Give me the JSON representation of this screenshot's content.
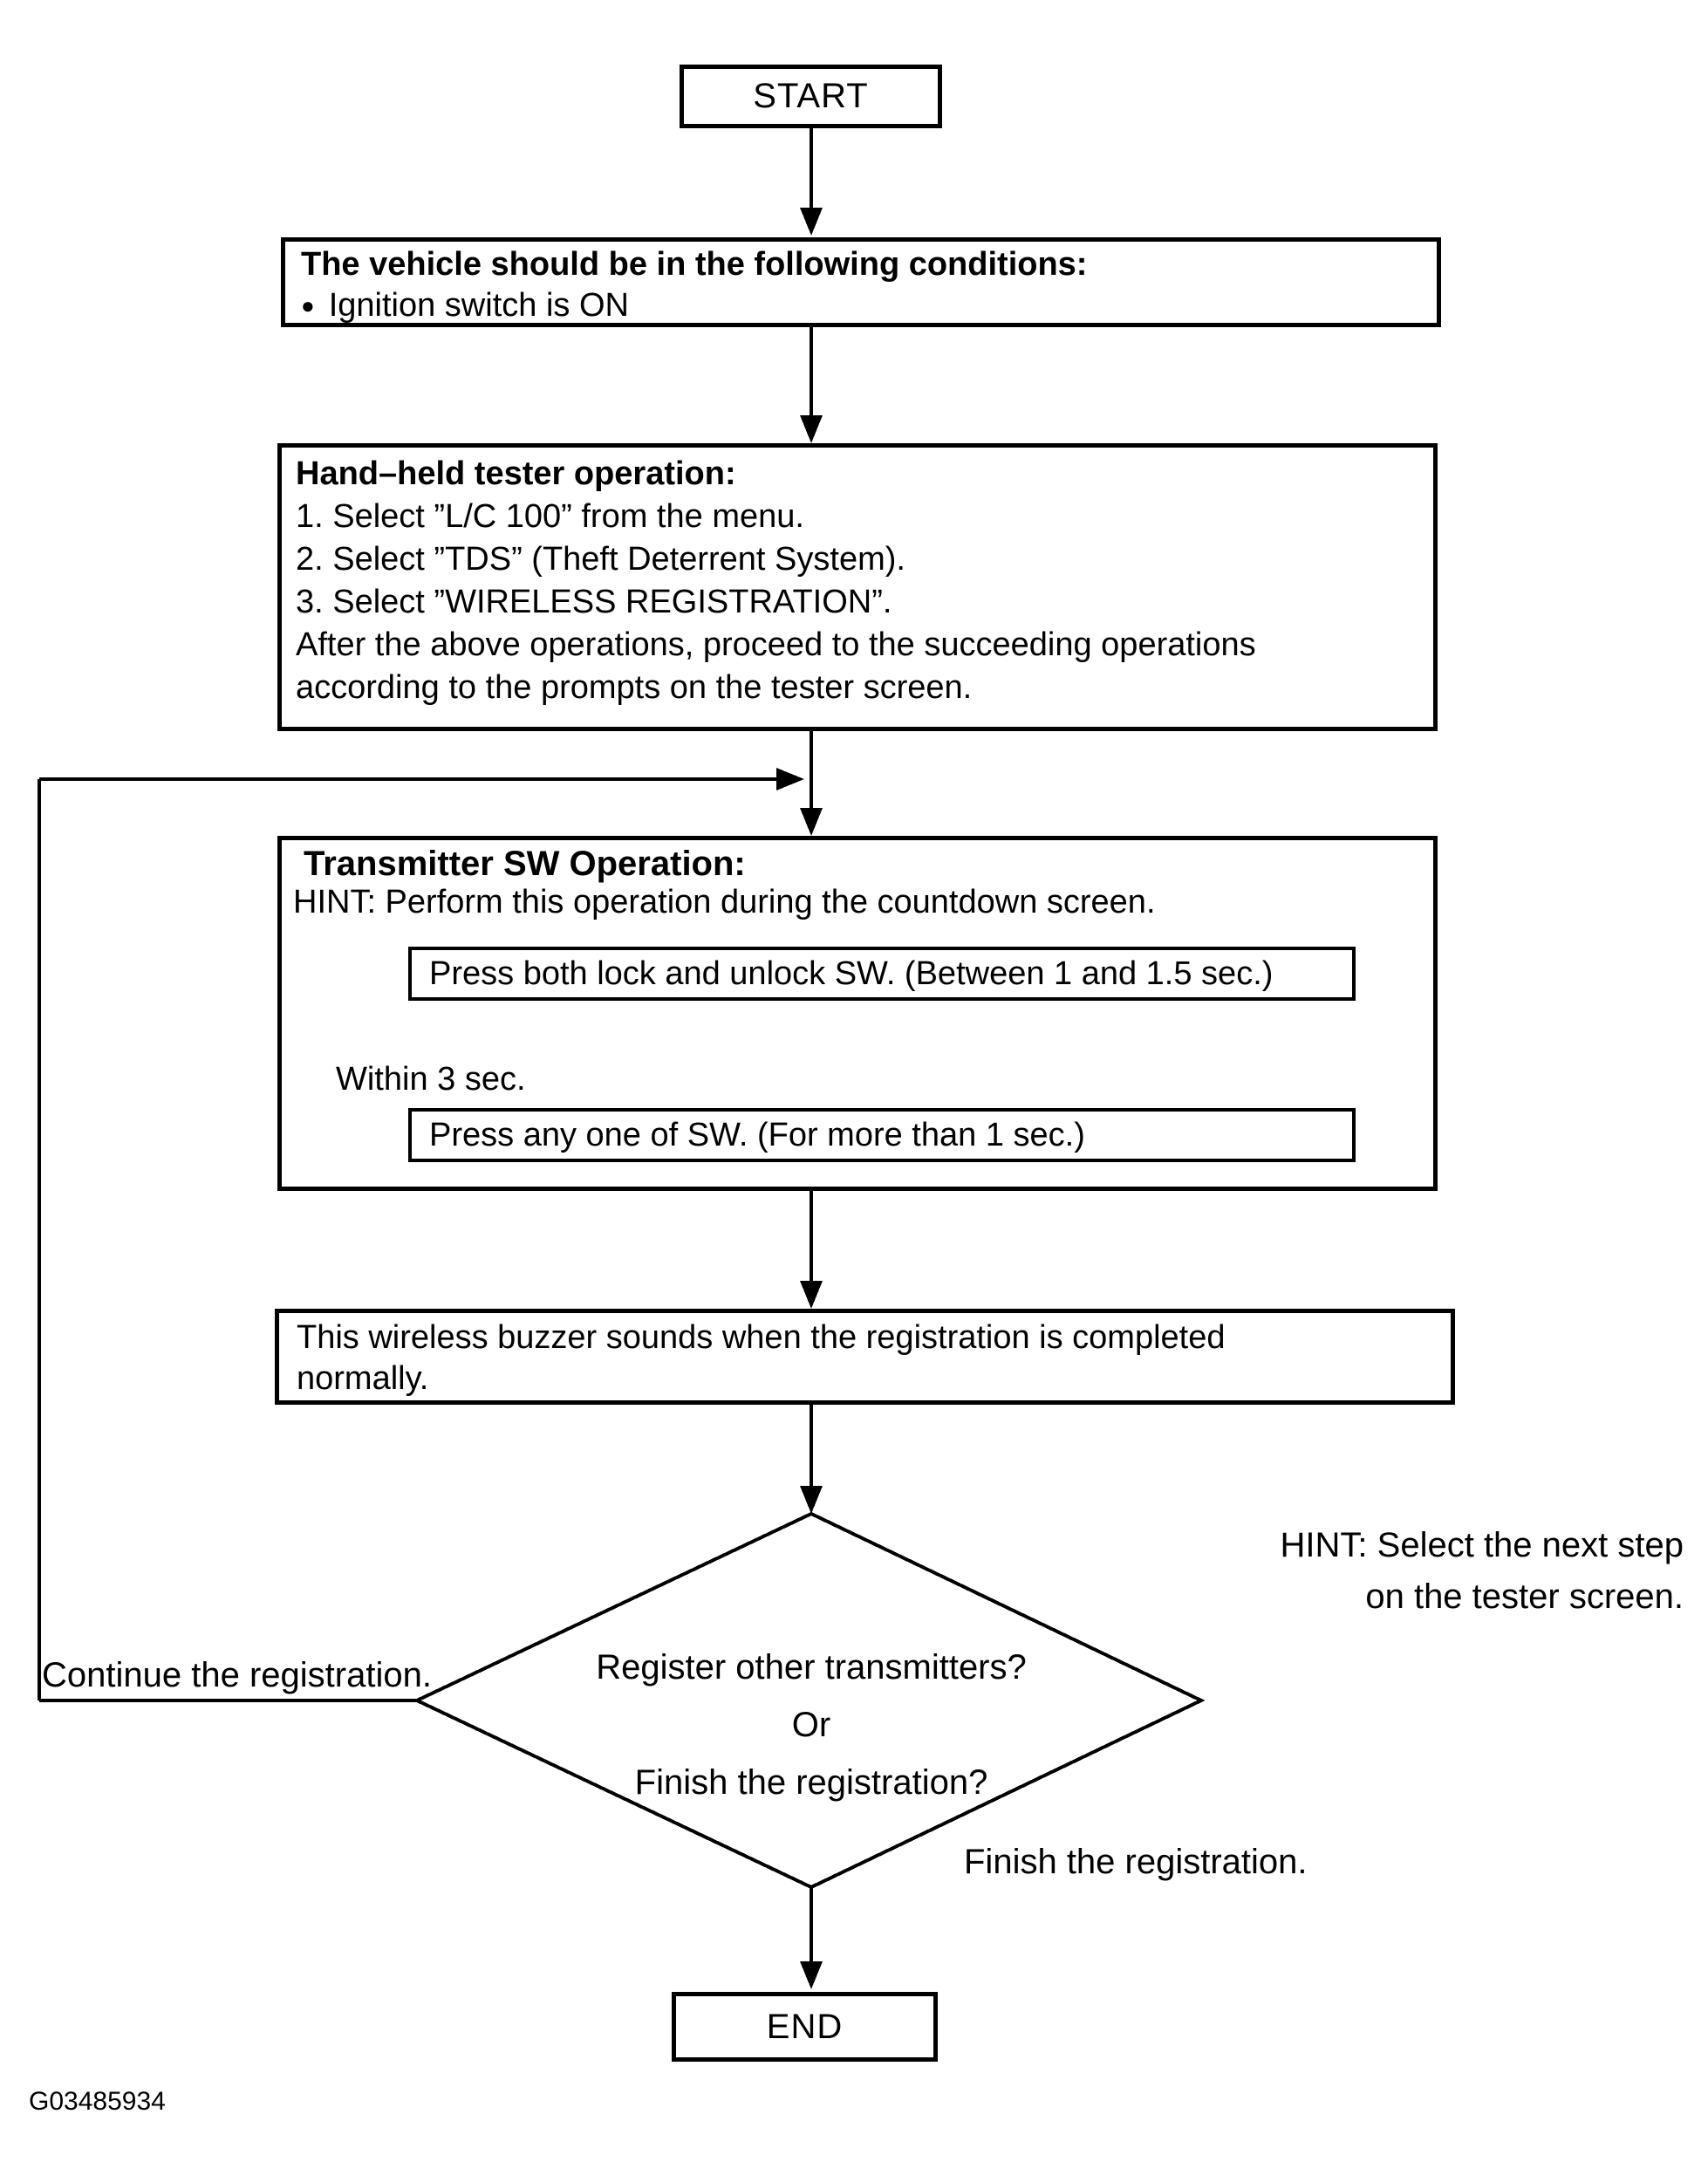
{
  "page": {
    "background": "#ffffff",
    "ink": "#000000"
  },
  "figure_id": "G03485934",
  "icons": {
    "bullet": "●"
  },
  "flow": {
    "start": "START",
    "end": "END",
    "conditions": {
      "title": "The vehicle should be in the following conditions:",
      "item": "Ignition switch is ON"
    },
    "tester": {
      "title": "Hand–held tester operation:",
      "lines": [
        "1. Select ”L/C 100” from the menu.",
        "2. Select ”TDS” (Theft Deterrent System).",
        "3. Select ”WIRELESS REGISTRATION”.",
        "After the above operations, proceed to the succeeding operations",
        "according to the prompts on the tester screen."
      ]
    },
    "transmitter": {
      "title": "Transmitter SW Operation:",
      "hint": "HINT: Perform this operation during the countdown screen.",
      "step1": "Press both lock and unlock SW. (Between 1 and 1.5 sec.)",
      "interval": "Within 3 sec.",
      "step2": "Press any one of SW. (For more than 1 sec.)"
    },
    "buzzer": {
      "line1": "This wireless buzzer sounds when the registration is completed",
      "line2": "normally."
    },
    "decision": {
      "line1": "Register other transmitters?",
      "line2": "Or",
      "line3": "Finish the registration?"
    },
    "hint_right": {
      "line1": "HINT: Select the next step",
      "line2": "on the tester screen."
    },
    "branch_continue": "Continue the registration.",
    "branch_finish": "Finish the registration."
  }
}
